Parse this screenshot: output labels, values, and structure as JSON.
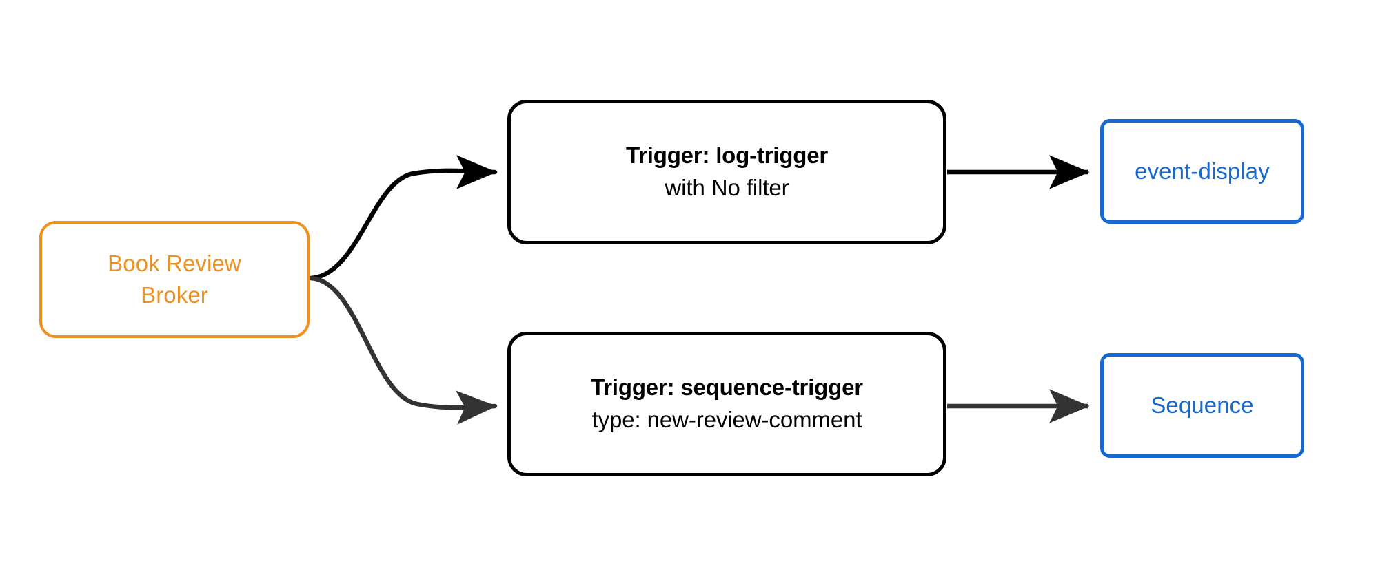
{
  "diagram": {
    "background_color": "#ffffff",
    "palette": {
      "broker": "#ED9121",
      "trigger": "#000000",
      "sink": "#1569D1",
      "edge_primary": "#000000",
      "edge_secondary": "#333333"
    },
    "nodes": {
      "broker": {
        "id": "book-review-broker",
        "line1": "Book Review",
        "line2": "Broker"
      },
      "trigger_log": {
        "id": "log-trigger",
        "title": "Trigger: log-trigger",
        "subtitle": "with No filter"
      },
      "trigger_sequence": {
        "id": "sequence-trigger",
        "title": "Trigger: sequence-trigger",
        "subtitle": "type: new-review-comment"
      },
      "sink_event_display": {
        "id": "event-display",
        "label": "event-display"
      },
      "sink_sequence": {
        "id": "sequence",
        "label": "Sequence"
      }
    },
    "edges": [
      {
        "name": "broker-to-log-trigger",
        "from": "book-review-broker",
        "to": "log-trigger",
        "style": "curved",
        "color": "#000000",
        "arrowhead": "filled-triangle"
      },
      {
        "name": "broker-to-sequence-trigger",
        "from": "book-review-broker",
        "to": "sequence-trigger",
        "style": "curved",
        "color": "#333333",
        "arrowhead": "filled-triangle"
      },
      {
        "name": "log-trigger-to-event-display",
        "from": "log-trigger",
        "to": "event-display",
        "style": "straight",
        "color": "#000000",
        "arrowhead": "filled-triangle"
      },
      {
        "name": "sequence-trigger-to-sequence",
        "from": "sequence-trigger",
        "to": "sequence",
        "style": "straight",
        "color": "#333333",
        "arrowhead": "filled-triangle"
      }
    ]
  }
}
